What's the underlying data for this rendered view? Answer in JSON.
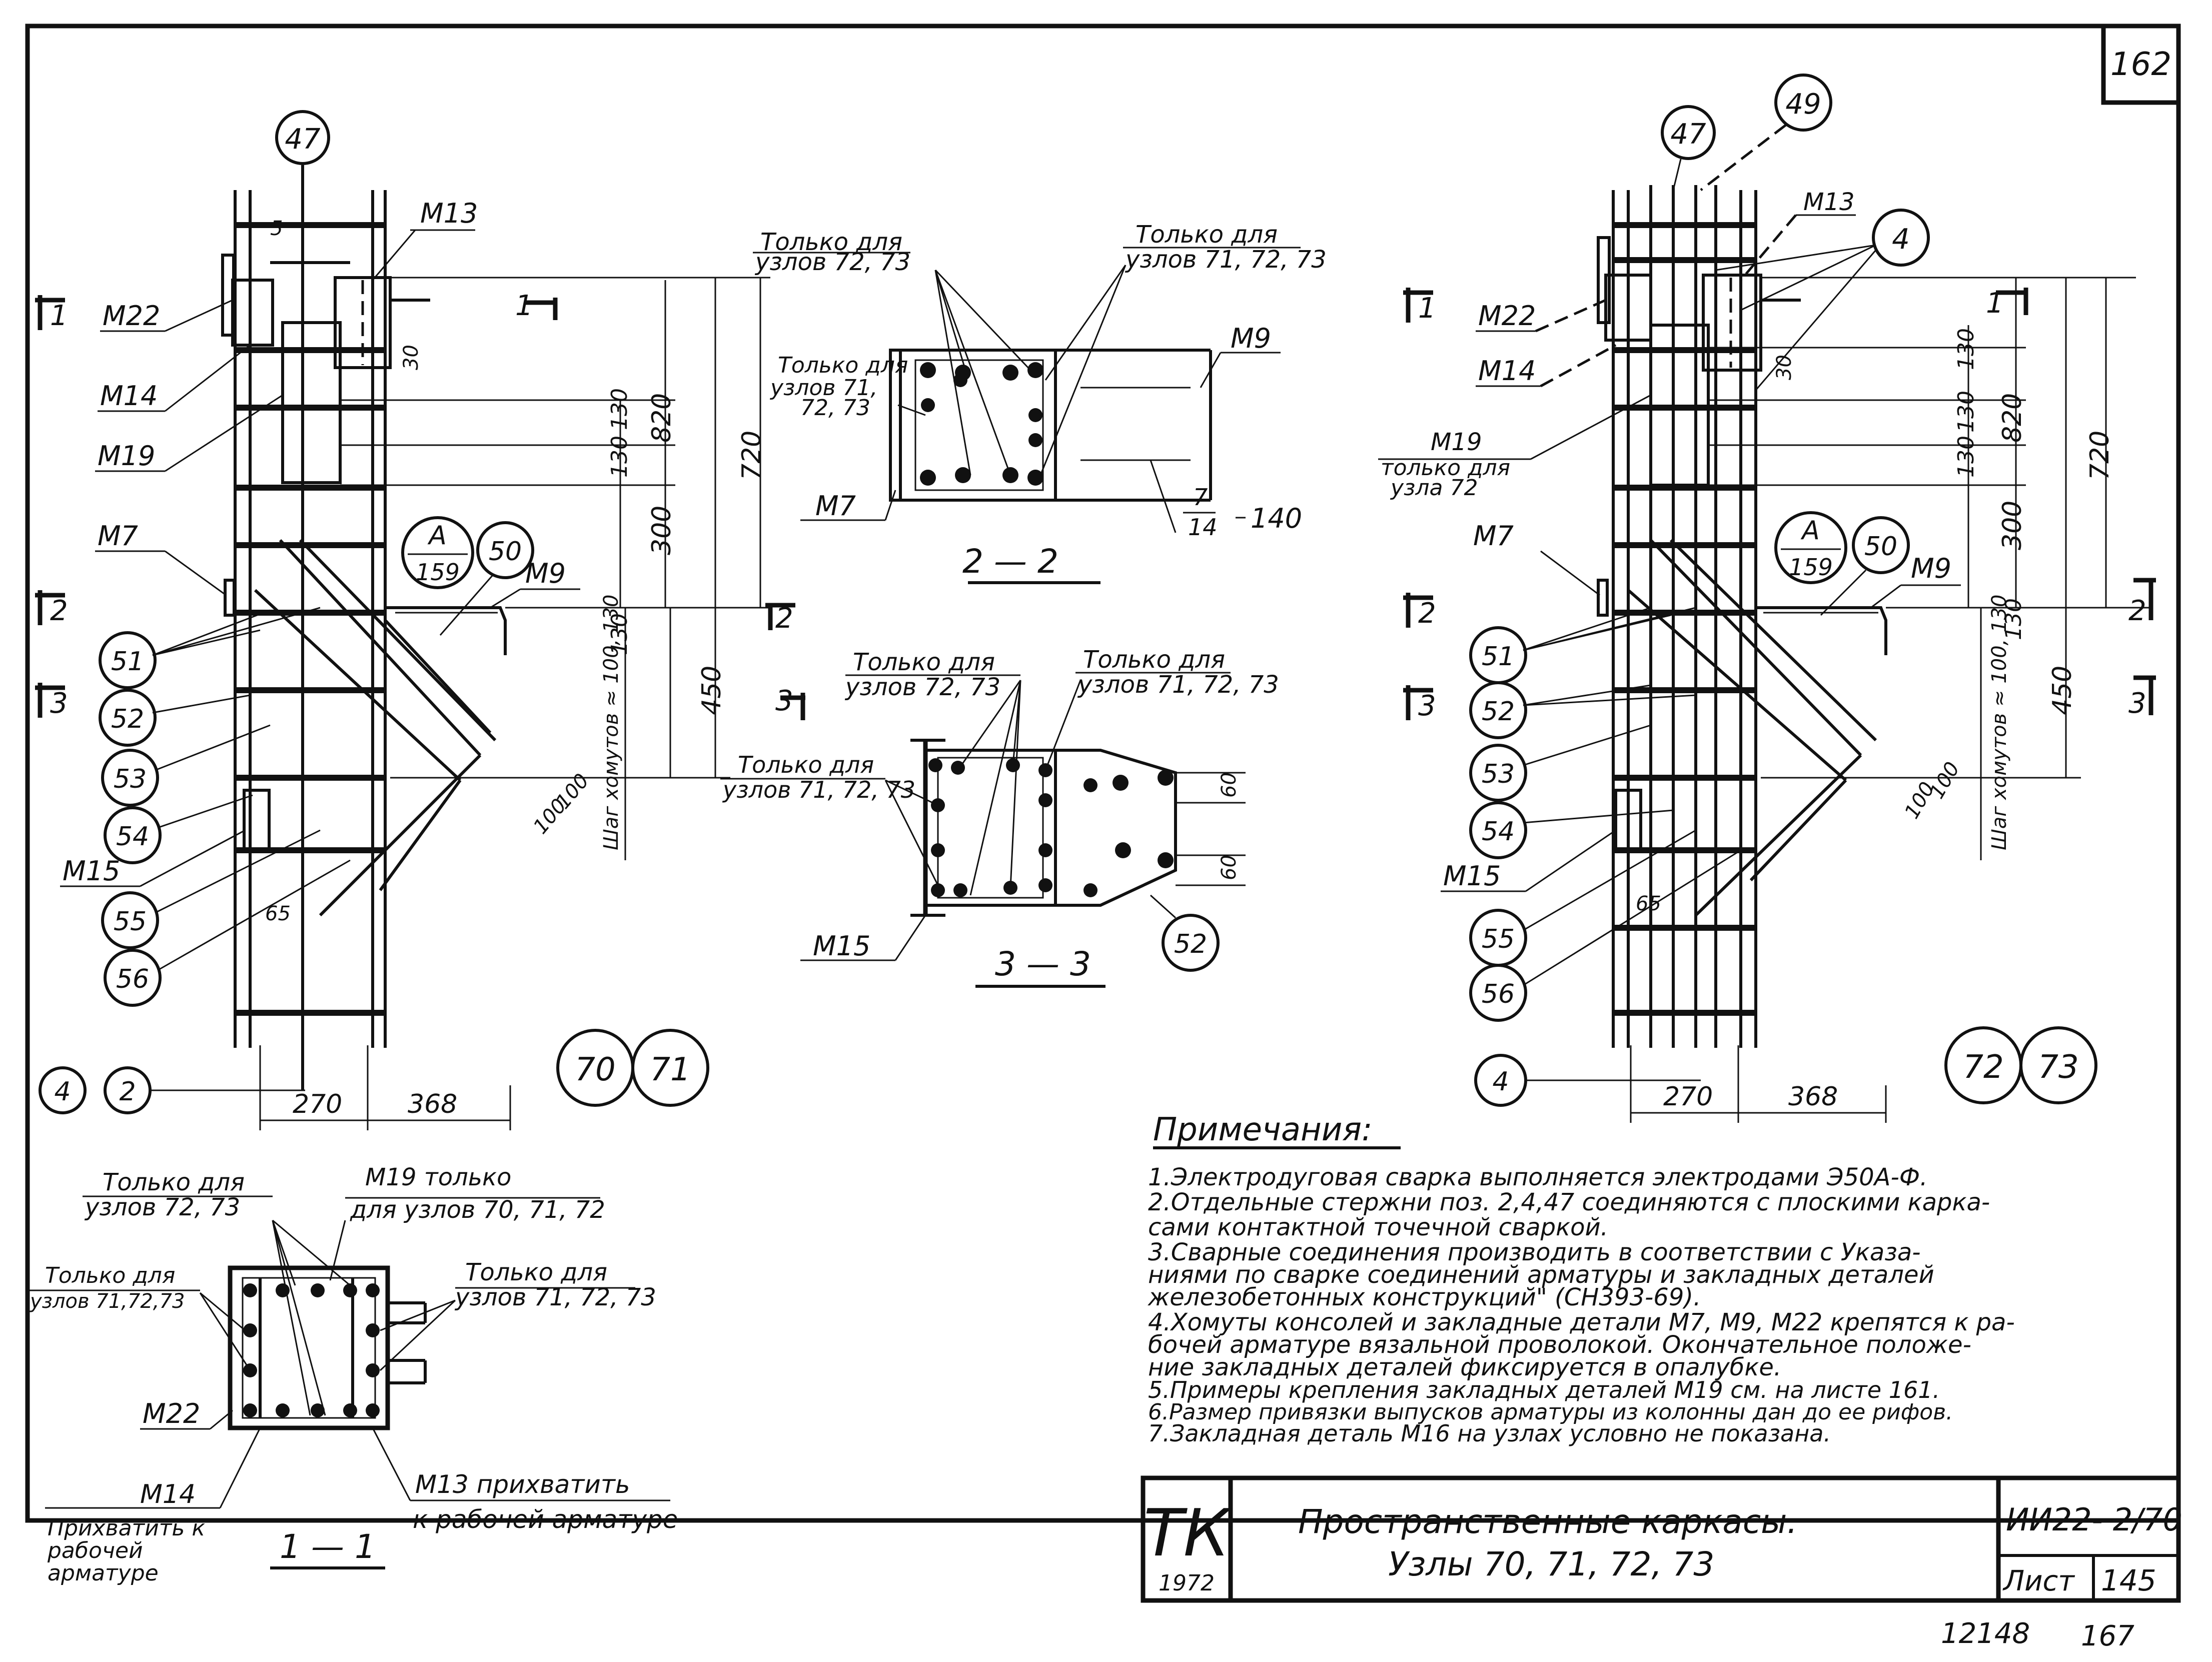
{
  "sheet_number": "162",
  "bubbles": {
    "n47": "47",
    "n49": "49",
    "n50": "50",
    "n51": "51",
    "n52": "52",
    "n53": "53",
    "n54": "54",
    "n55": "55",
    "n56": "56",
    "n4": "4",
    "n2": "2",
    "n70": "70",
    "n71": "71",
    "n72": "72",
    "n73": "73",
    "detail_ref_top": "А",
    "detail_ref_bottom": "159"
  },
  "marks": {
    "m13": "М13",
    "m22": "М22",
    "m14": "М14",
    "m19": "М19",
    "m7": "М7",
    "m9": "М9",
    "m15": "М15",
    "m19_node72": "М19",
    "m19_node72_sub1": "только для",
    "m19_node72_sub2": "узла 72",
    "m13_right": "М13"
  },
  "section_marks": {
    "s1": "1",
    "s2": "2",
    "s3": "3"
  },
  "dims": {
    "d5": "5",
    "d30": "30",
    "d130a": "130",
    "d130b": "130",
    "d130c": "130",
    "d820": "820",
    "d720": "720",
    "d300": "300",
    "d450": "450",
    "d100a": "100",
    "d100b": "100",
    "d65": "65",
    "d270": "270",
    "d368": "368",
    "d60a": "60",
    "d60b": "60",
    "d140": "140",
    "d7_14_top": "7",
    "d7_14_bottom": "14",
    "stirrup_step": "Шаг хомутов ≈ 100, 130"
  },
  "sections": {
    "s22": {
      "title": "2 — 2",
      "note_left_1": "Только для",
      "note_left_2": "узлов 72, 73",
      "note_right_1": "Только для",
      "note_right_2": "узлов 71, 72, 73",
      "note_mid_1": "Только для",
      "note_mid_2": "узлов 71,",
      "note_mid_3": "72, 73"
    },
    "s33": {
      "title": "3 — 3",
      "note_left_1": "Только для",
      "note_left_2": "узлов 72, 73",
      "note_right_1": "Только для",
      "note_right_2": "узлов 71, 72, 73",
      "note_mid_1": "Только для",
      "note_mid_2": "узлов 71, 72, 73"
    },
    "s11": {
      "title": "1 — 1",
      "note_left_1": "Только для",
      "note_left_2": "узлов 72, 73",
      "note_m19_1": "М19 только",
      "note_m19_2": "для узлов 70, 71, 72",
      "note_sideL_1": "Только для",
      "note_sideL_2": "узлов 71,72,73",
      "note_sideR_1": "Только для",
      "note_sideR_2": "узлов 71, 72, 73",
      "m14_note_1": "Прихватить к",
      "m14_note_2": "рабочей",
      "m14_note_3": "арматуре",
      "m13_note_1": "М13 прихватить",
      "m13_note_2": "к рабочей арматуре"
    }
  },
  "notes": {
    "title": "Примечания:",
    "lines": [
      "1.Электродуговая сварка выполняется электродами Э50А-Ф.",
      "2.Отдельные стержни поз. 2,4,47 соединяются с плоскими карка-",
      "   сами контактной точечной сваркой.",
      "3.Сварные соединения производить в соответствии с Указа-",
      "   ниями по сварке соединений арматуры и закладных деталей",
      "   железобетонных конструкций\" (СН393-69).",
      "4.Хомуты консолей и закладные детали М7, М9, М22 крепятся к ра-",
      "   бочей арматуре вязальной проволокой. Окончательное положе-",
      "   ние закладных деталей фиксируется в опалубке.",
      "5.Примеры крепления закладных деталей М19 см. на листе 161.",
      "6.Размер привязки выпусков арматуры из колонны дан до ее рифов.",
      "7.Закладная деталь М16 на узлах условно не показана."
    ]
  },
  "title_block": {
    "tk": "ТК",
    "year": "1972",
    "title_line1": "Пространственные каркасы.",
    "title_line2": "Узлы 70, 71, 72, 73",
    "series": "ИИ22- 2/70",
    "sheet_label": "Лист",
    "sheet_value": "145"
  },
  "margin": {
    "inv_number": "12148",
    "page_number": "167"
  }
}
